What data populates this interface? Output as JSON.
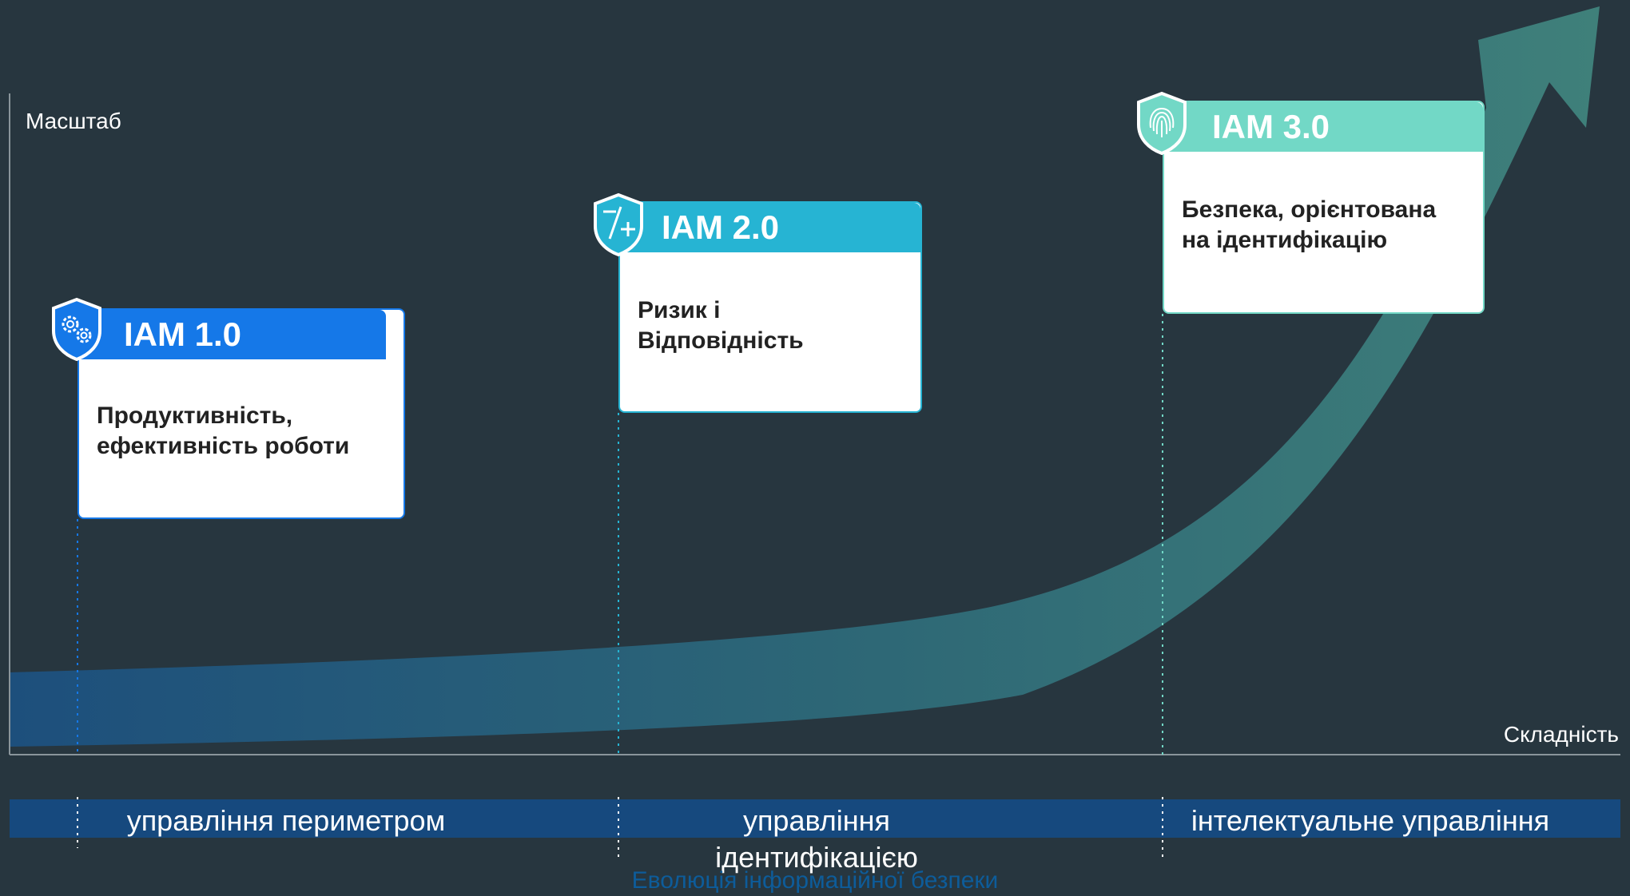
{
  "axes": {
    "y_label": "Масштаб",
    "x_label": "Складність"
  },
  "colors": {
    "background": "#27363f",
    "iam1": "#1578e8",
    "iam2": "#26b4d3",
    "iam3": "#72d8c6",
    "band": "#16497e",
    "caption": "#0d5c9a"
  },
  "cards": [
    {
      "title": "IAM 1.0",
      "text": "Продуктивність, ефективність роботи",
      "icon": "gears-shield-icon"
    },
    {
      "title": "IAM 2.0",
      "text": "Ризик і Відповідність",
      "icon": "plus-minus-shield-icon"
    },
    {
      "title": "IAM 3.0",
      "text": "Безпека, орієнтована на ідентифікацію",
      "icon": "fingerprint-shield-icon"
    }
  ],
  "stages": [
    {
      "label": "управління периметром"
    },
    {
      "label": "управління ідентифікацією"
    },
    {
      "label": "інтелектуальне управління"
    }
  ],
  "caption": "Еволюція інформаційної безпеки"
}
